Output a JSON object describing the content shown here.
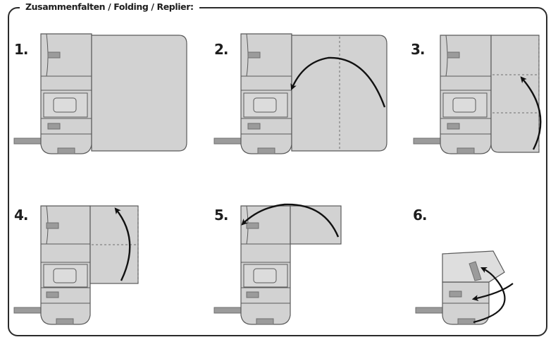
{
  "header": {
    "title": "Zusammenfalten / Folding / Replier:"
  },
  "steps": [
    {
      "label": "1."
    },
    {
      "label": "2."
    },
    {
      "label": "3."
    },
    {
      "label": "4."
    },
    {
      "label": "5."
    },
    {
      "label": "6."
    }
  ],
  "colors": {
    "fill": "#d2d2d2",
    "fill_light": "#dedede",
    "stroke": "#5a5a5a",
    "strap": "#9b9b9b",
    "arrow": "#111111",
    "frame": "#2b2b2b"
  }
}
